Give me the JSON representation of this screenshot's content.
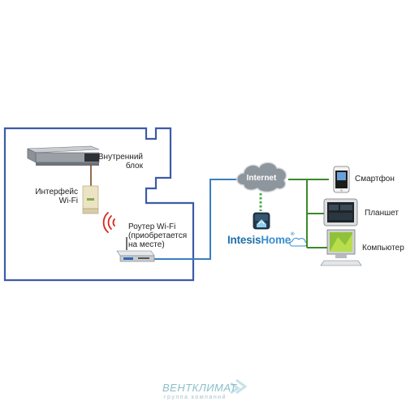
{
  "diagram": {
    "indoor_unit_label": "Внутренний\nблок",
    "interface_label": "Интерфейс\nWi-Fi",
    "router_label": "Роутер Wi-Fi\n(приобретается\nна месте)",
    "cloud_label": "Internet",
    "brand_part1": "Intesis",
    "brand_part2": "Home",
    "brand_mark": "®",
    "devices": [
      {
        "label": "Смартфон",
        "icon": "smartphone-icon"
      },
      {
        "label": "Планшет",
        "icon": "tablet-icon"
      },
      {
        "label": "Компьютер",
        "icon": "computer-icon"
      }
    ]
  },
  "watermark": {
    "brand": "ВЕНТКЛИМАТ",
    "tagline": "группа компаний"
  },
  "colors": {
    "building_outline": "#3d5ba8",
    "network_line": "#3a7fc0",
    "device_line": "#3a8a2a",
    "cloud_link_dots": "#3fae49",
    "wifi_signal": "#d9261c"
  }
}
